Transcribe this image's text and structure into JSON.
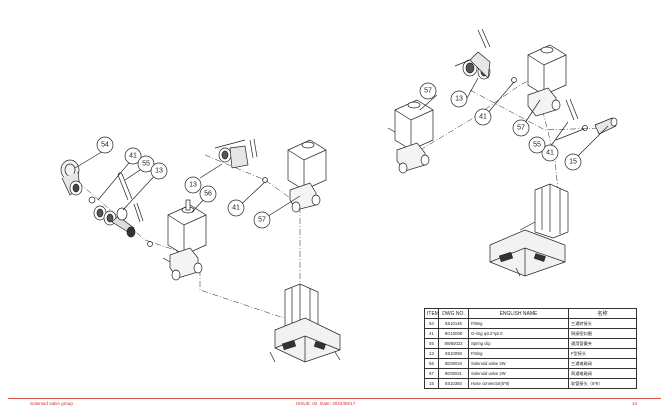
{
  "bom": {
    "headers": [
      "ITEM",
      "DWG NO.",
      "ENGLISH NAME",
      "名称"
    ],
    "rows": [
      [
        "54",
        "8S10146",
        "Fitting",
        "三通转接头"
      ],
      [
        "41",
        "8G10008",
        "O-ring φ3.2*φ2.0",
        "铜接密封圈"
      ],
      [
        "55",
        "8W50023",
        "Spring clip",
        "通用管簧夹"
      ],
      [
        "13",
        "8S10059",
        "Fitting",
        "F型接头"
      ],
      [
        "56",
        "8D30034",
        "Solenoid valve 3W",
        "三通电磁阀"
      ],
      [
        "57",
        "8D30021",
        "Solenoid valve 2W",
        "两通电磁阀"
      ],
      [
        "15",
        "8S10350",
        "Hose connector(5*9)",
        "软管接头（5*9）"
      ]
    ]
  },
  "balloons": [
    "54",
    "41",
    "55",
    "13",
    "13",
    "56",
    "41",
    "57",
    "57",
    "13",
    "41",
    "57",
    "41",
    "55",
    "15"
  ],
  "footer": {
    "left": "Solenoid valve group",
    "issue": "ISSUE:  02",
    "date": "Date:  2022/09/17",
    "page": "14"
  }
}
